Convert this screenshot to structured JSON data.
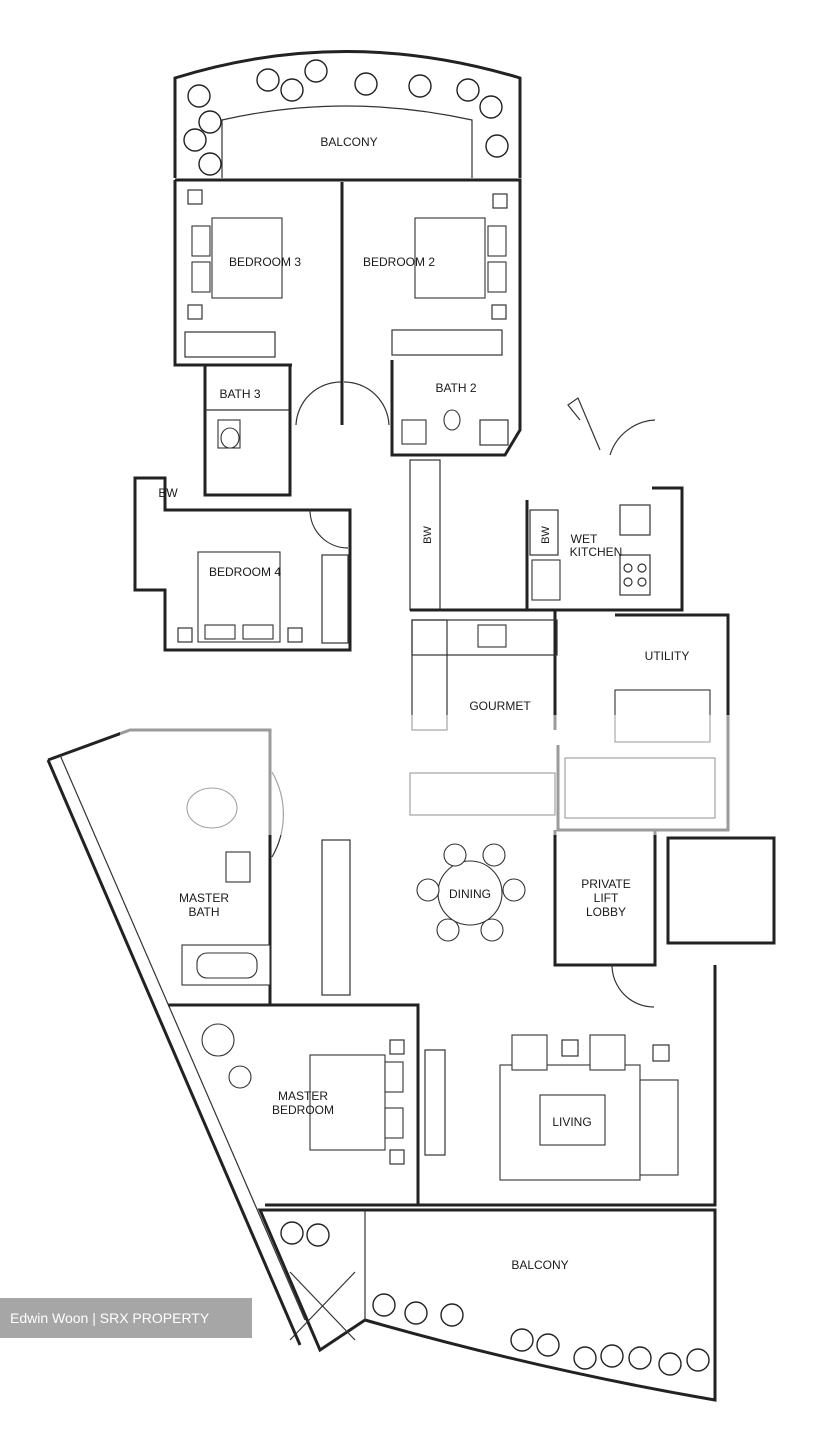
{
  "plan": {
    "rooms": {
      "balcony_top": "BALCONY",
      "bedroom3": "BEDROOM 3",
      "bedroom2": "BEDROOM 2",
      "bath3": "BATH 3",
      "bath2": "BATH 2",
      "bw_left": "BW",
      "bw_corridor": "BW",
      "bw_kitchen": "BW",
      "wet_kitchen_1": "WET",
      "wet_kitchen_2": "KITCHEN",
      "bedroom4": "BEDROOM 4",
      "utility": "UTILITY",
      "gourmet": "GOURMET",
      "dining": "DINING",
      "private_lift_1": "PRIVATE",
      "private_lift_2": "LIFT",
      "private_lift_3": "LOBBY",
      "master_bath_1": "MASTER",
      "master_bath_2": "BATH",
      "master_bedroom_1": "MASTER",
      "master_bedroom_2": "BEDROOM",
      "living": "LIVING",
      "balcony_bottom": "BALCONY"
    }
  },
  "watermark": "Edwin Woon | SRX PROPERTY"
}
